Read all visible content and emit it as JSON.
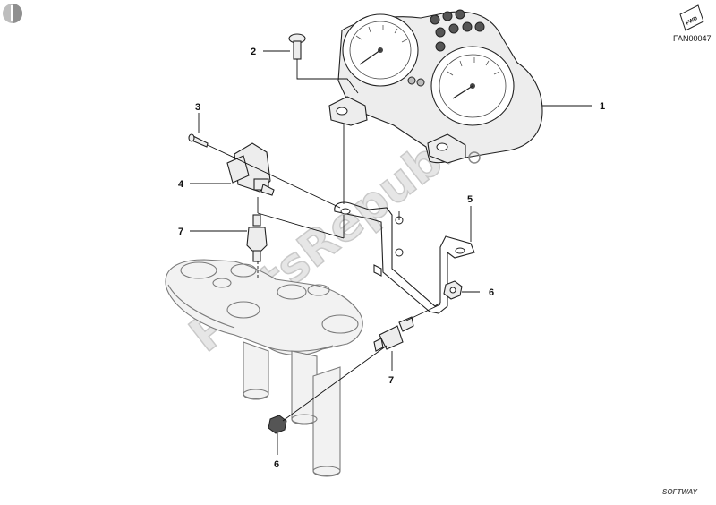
{
  "diagram": {
    "code": "FAN00047",
    "fwd_badge": "FWD",
    "watermark": "PartsRepublik",
    "footer_logo": "SOFTWAY",
    "callouts": [
      {
        "id": "c1",
        "label": "1"
      },
      {
        "id": "c2",
        "label": "2"
      },
      {
        "id": "c3",
        "label": "3"
      },
      {
        "id": "c4",
        "label": "4"
      },
      {
        "id": "c5",
        "label": "5"
      },
      {
        "id": "c6a",
        "label": "6"
      },
      {
        "id": "c6b",
        "label": "6"
      },
      {
        "id": "c7a",
        "label": "7"
      },
      {
        "id": "c7b",
        "label": "7"
      }
    ]
  }
}
